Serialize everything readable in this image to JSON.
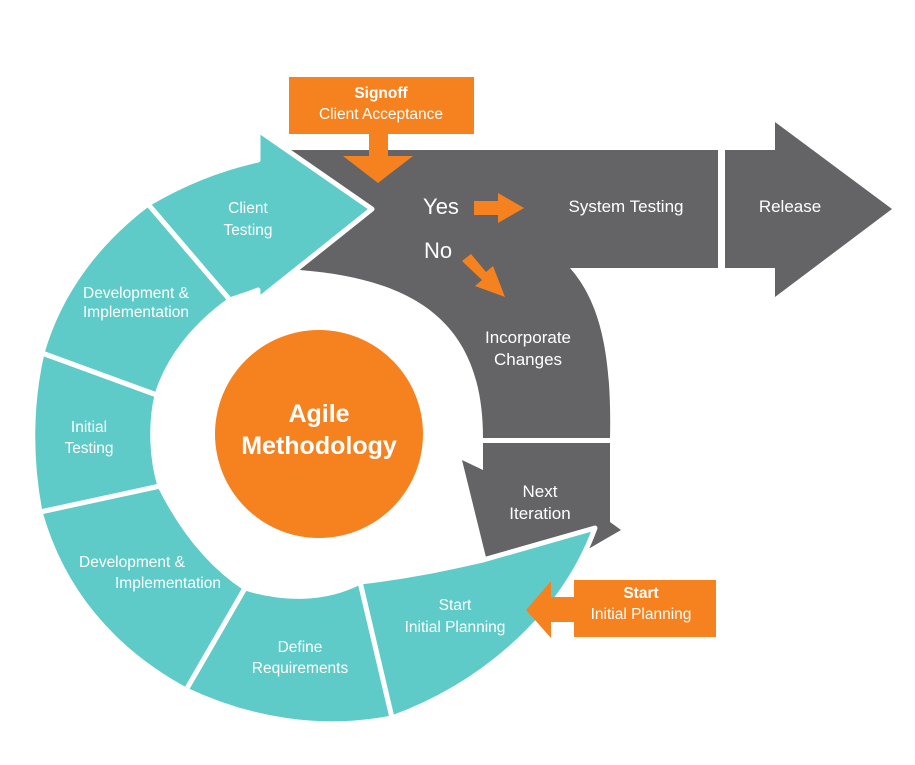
{
  "center": {
    "line1": "Agile",
    "line2": "Methodology"
  },
  "segments": [
    {
      "id": "client-testing",
      "line1": "Client",
      "line2": "Testing"
    },
    {
      "id": "development-implementation-upper",
      "line1": "Development &",
      "line2": "Implementation"
    },
    {
      "id": "initial-testing",
      "line1": "Initial",
      "line2": "Testing"
    },
    {
      "id": "development-implementation-lower",
      "line1": "Development &",
      "line2": "Implementation"
    },
    {
      "id": "define-requirements",
      "line1": "Define",
      "line2": "Requirements"
    },
    {
      "id": "start-initial-planning",
      "line1": "Start",
      "line2": "Initial Planning"
    }
  ],
  "flow": {
    "yes": "Yes",
    "no": "No",
    "system_testing": "System Testing",
    "release": "Release",
    "incorporate_line1": "Incorporate",
    "incorporate_line2": "Changes",
    "next_line1": "Next",
    "next_line2": "Iteration"
  },
  "callouts": {
    "signoff": {
      "title": "Signoff",
      "subtitle": "Client Acceptance"
    },
    "start": {
      "title": "Start",
      "subtitle": "Initial Planning"
    }
  },
  "colors": {
    "teal": "#5ecbc8",
    "gray": "#646466",
    "orange": "#f5821f",
    "text": "#ffffff"
  }
}
